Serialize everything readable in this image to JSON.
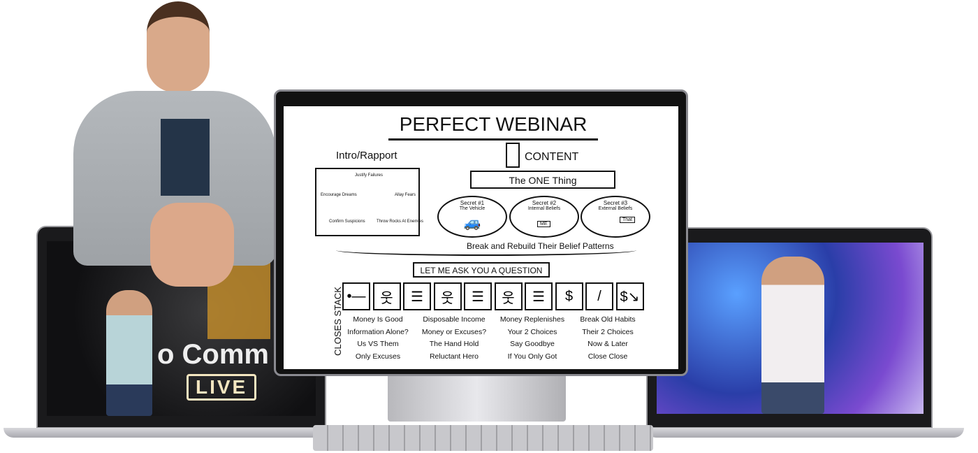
{
  "whiteboard": {
    "title": "PERFECT WEBINAR",
    "intro_label": "Intro/Rapport",
    "intro_bubbles": [
      "Justify Failures",
      "Encourage Dreams",
      "Allay Fears",
      "Confirm Suspicions",
      "Throw Rocks At Enemies"
    ],
    "content_label": "CONTENT",
    "one_thing": "The ONE Thing",
    "secrets": [
      {
        "title": "Secret #1",
        "subtitle": "The Vehicle"
      },
      {
        "title": "Secret #2",
        "subtitle": "Internal Beliefs"
      },
      {
        "title": "Secret #3",
        "subtitle": "External Beliefs"
      }
    ],
    "secret3_tag": "That",
    "secret2_tag": "ME",
    "break_rebuild": "Break and Rebuild Their Belief Patterns",
    "question": "LET ME ASK YOU A QUESTION",
    "closes_label": "CLOSES STACK",
    "closes": [
      [
        "Money Is Good",
        "Information Alone?",
        "Us VS Them",
        "Only Excuses"
      ],
      [
        "Disposable Income",
        "Money or Excuses?",
        "The Hand Hold",
        "Reluctant Hero"
      ],
      [
        "Money Replenishes",
        "Your 2 Choices",
        "Say Goodbye",
        "If You Only Got"
      ],
      [
        "Break Old Habits",
        "Their 2 Choices",
        "Now & Later",
        "Close Close"
      ]
    ]
  },
  "left_laptop": {
    "sign_text": "o Comm",
    "live_text": "LIVE"
  },
  "colors": {
    "bezel": "#1a1a1c",
    "silver": "#c8c8cc",
    "hoodie": "#a8acb0"
  }
}
